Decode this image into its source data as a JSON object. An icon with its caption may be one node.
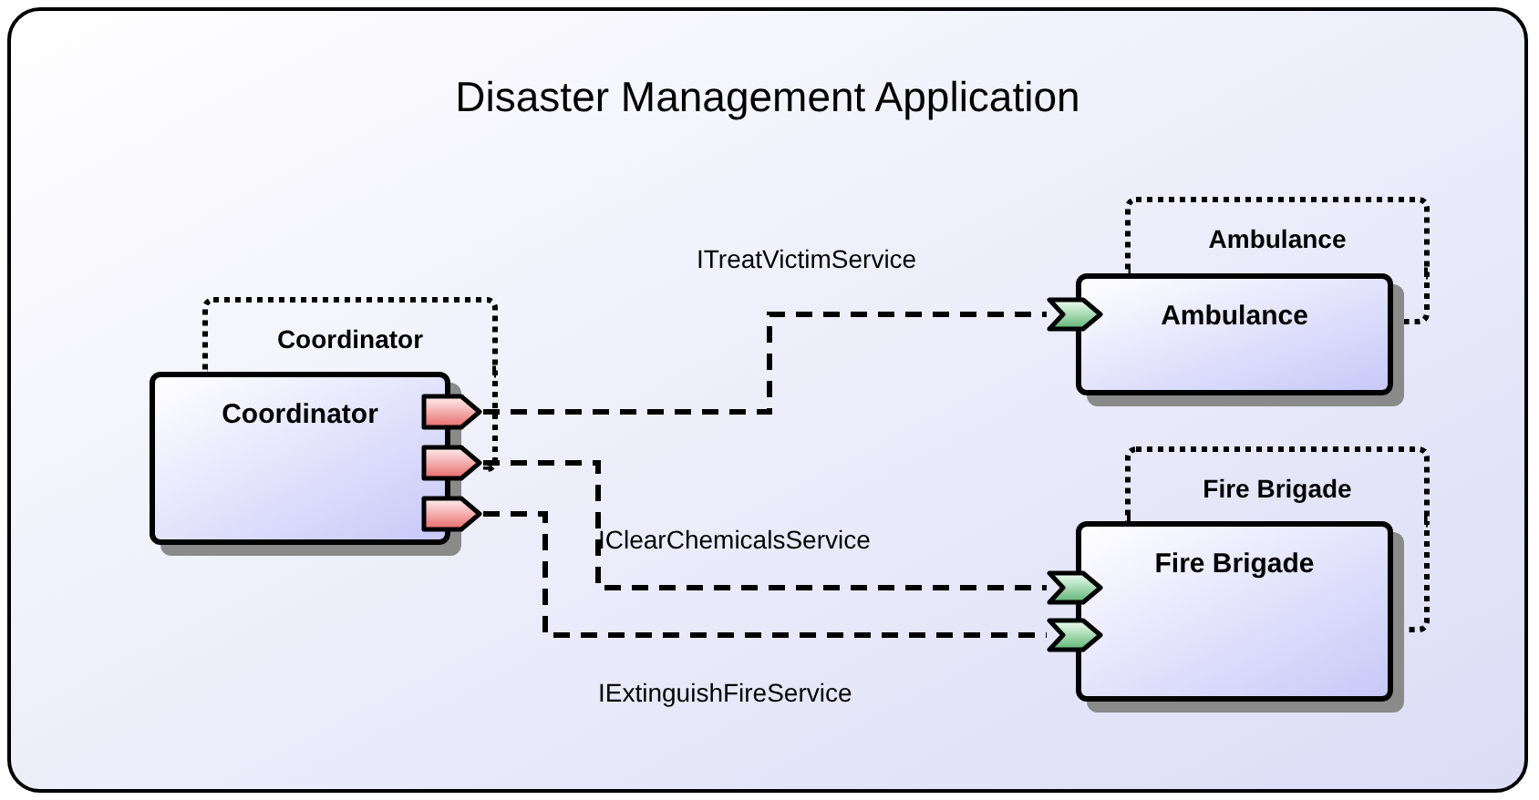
{
  "diagram": {
    "nodes": [
      {
        "text": [
          "Disaster Management Application"
        ]
      },
      {
        "text": [
          "Coordinator"
        ],
        "in": 0
      },
      {
        "text": [
          "Coordinator"
        ],
        "in": 0
      },
      {
        "text": [
          "Ambulance"
        ],
        "in": 0
      },
      {
        "text": [
          "Ambulance"
        ],
        "in": 0
      },
      {
        "text": [
          "Fire Brigade"
        ],
        "in": 0
      },
      {
        "text": [
          "Fire Brigade"
        ],
        "in": 0
      },
      {
        "text": [],
        "shape": "pentagon",
        "in": 0
      },
      {
        "text": [],
        "shape": "pentagon",
        "in": 0
      },
      {
        "text": [],
        "shape": "pentagon",
        "in": 0
      },
      {
        "text": [],
        "shape": "chevron",
        "in": 0
      },
      {
        "text": [],
        "shape": "chevron",
        "in": 0
      },
      {
        "text": [],
        "shape": "chevron",
        "in": 0
      }
    ],
    "edges": [
      {
        "from": 7,
        "to": 10,
        "arrow": "none",
        "label": "ITreatVictimService",
        "style": "dashed"
      },
      {
        "from": 8,
        "to": 11,
        "arrow": "none",
        "label": "IClearChemicalsService",
        "style": "dashed"
      },
      {
        "from": 9,
        "to": 12,
        "arrow": "none",
        "label": "IExtinguishFireService",
        "style": "dashed"
      }
    ]
  }
}
